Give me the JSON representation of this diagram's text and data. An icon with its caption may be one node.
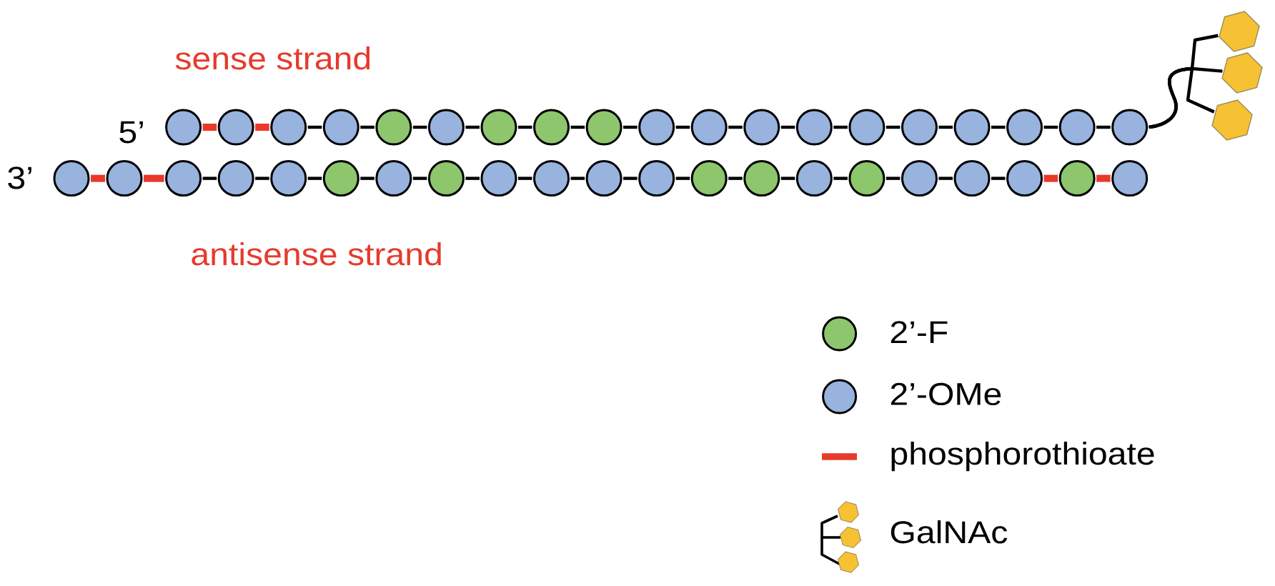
{
  "diagram": {
    "nodes": [
      {
        "text": [],
        "shape": "circle"
      },
      {
        "text": [],
        "shape": "circle"
      },
      {
        "text": [],
        "shape": "circle"
      },
      {
        "text": [],
        "shape": "circle"
      },
      {
        "text": [],
        "shape": "circle"
      },
      {
        "text": [],
        "shape": "circle"
      },
      {
        "text": [],
        "shape": "circle"
      },
      {
        "text": [],
        "shape": "circle"
      },
      {
        "text": [],
        "shape": "circle"
      },
      {
        "text": [],
        "shape": "circle"
      },
      {
        "text": [],
        "shape": "circle"
      },
      {
        "text": [],
        "shape": "circle"
      },
      {
        "text": [],
        "shape": "circle"
      },
      {
        "text": [],
        "shape": "circle"
      },
      {
        "text": [],
        "shape": "circle"
      },
      {
        "text": [],
        "shape": "circle"
      },
      {
        "text": [],
        "shape": "circle"
      },
      {
        "text": [],
        "shape": "circle"
      },
      {
        "text": [],
        "shape": "circle"
      },
      {
        "text": [],
        "shape": "circle"
      },
      {
        "text": [],
        "shape": "circle"
      },
      {
        "text": [],
        "shape": "circle"
      },
      {
        "text": [],
        "shape": "circle"
      },
      {
        "text": [],
        "shape": "circle"
      },
      {
        "text": [],
        "shape": "circle"
      },
      {
        "text": [],
        "shape": "circle"
      },
      {
        "text": [],
        "shape": "circle"
      },
      {
        "text": [],
        "shape": "circle"
      },
      {
        "text": [],
        "shape": "circle"
      },
      {
        "text": [],
        "shape": "circle"
      },
      {
        "text": [],
        "shape": "circle"
      },
      {
        "text": [],
        "shape": "circle"
      },
      {
        "text": [],
        "shape": "circle"
      },
      {
        "text": [],
        "shape": "circle"
      },
      {
        "text": [],
        "shape": "circle"
      },
      {
        "text": [],
        "shape": "circle"
      },
      {
        "text": [],
        "shape": "circle"
      },
      {
        "text": [],
        "shape": "circle"
      },
      {
        "text": [],
        "shape": "circle"
      },
      {
        "text": [],
        "shape": "circle"
      },
      {
        "text": [],
        "shape": "hexagon"
      },
      {
        "text": [],
        "shape": "hexagon"
      },
      {
        "text": [],
        "shape": "hexagon"
      }
    ],
    "edges": [
      {
        "from": 0,
        "to": 1,
        "arrow": "none",
        "style": "thick",
        "color": "#e8392b"
      },
      {
        "from": 1,
        "to": 2,
        "arrow": "none",
        "style": "thick",
        "color": "#e8392b"
      },
      {
        "from": 2,
        "to": 3,
        "arrow": "none"
      },
      {
        "from": 3,
        "to": 4,
        "arrow": "none"
      },
      {
        "from": 4,
        "to": 5,
        "arrow": "none"
      },
      {
        "from": 5,
        "to": 6,
        "arrow": "none"
      },
      {
        "from": 6,
        "to": 7,
        "arrow": "none"
      },
      {
        "from": 7,
        "to": 8,
        "arrow": "none"
      },
      {
        "from": 8,
        "to": 9,
        "arrow": "none"
      },
      {
        "from": 9,
        "to": 10,
        "arrow": "none"
      },
      {
        "from": 10,
        "to": 11,
        "arrow": "none"
      },
      {
        "from": 11,
        "to": 12,
        "arrow": "none"
      },
      {
        "from": 12,
        "to": 13,
        "arrow": "none"
      },
      {
        "from": 13,
        "to": 14,
        "arrow": "none"
      },
      {
        "from": 14,
        "to": 15,
        "arrow": "none"
      },
      {
        "from": 15,
        "to": 16,
        "arrow": "none"
      },
      {
        "from": 16,
        "to": 17,
        "arrow": "none"
      },
      {
        "from": 17,
        "to": 18,
        "arrow": "none"
      },
      {
        "from": 18,
        "to": 40,
        "arrow": "none"
      },
      {
        "from": 18,
        "to": 41,
        "arrow": "none"
      },
      {
        "from": 18,
        "to": 42,
        "arrow": "none"
      },
      {
        "from": 19,
        "to": 20,
        "arrow": "none",
        "style": "thick",
        "color": "#e8392b"
      },
      {
        "from": 20,
        "to": 21,
        "arrow": "none",
        "style": "thick",
        "color": "#e8392b"
      },
      {
        "from": 21,
        "to": 22,
        "arrow": "none"
      },
      {
        "from": 22,
        "to": 23,
        "arrow": "none"
      },
      {
        "from": 23,
        "to": 24,
        "arrow": "none"
      },
      {
        "from": 24,
        "to": 25,
        "arrow": "none"
      },
      {
        "from": 25,
        "to": 26,
        "arrow": "none"
      },
      {
        "from": 26,
        "to": 27,
        "arrow": "none"
      },
      {
        "from": 27,
        "to": 28,
        "arrow": "none"
      },
      {
        "from": 28,
        "to": 29,
        "arrow": "none"
      },
      {
        "from": 29,
        "to": 30,
        "arrow": "none"
      },
      {
        "from": 30,
        "to": 31,
        "arrow": "none"
      },
      {
        "from": 31,
        "to": 32,
        "arrow": "none"
      },
      {
        "from": 32,
        "to": 33,
        "arrow": "none"
      },
      {
        "from": 33,
        "to": 34,
        "arrow": "none"
      },
      {
        "from": 34,
        "to": 35,
        "arrow": "none"
      },
      {
        "from": 35,
        "to": 36,
        "arrow": "none"
      },
      {
        "from": 36,
        "to": 37,
        "arrow": "none"
      },
      {
        "from": 37,
        "to": 38,
        "arrow": "none",
        "style": "thick",
        "color": "#e8392b"
      },
      {
        "from": 38,
        "to": 39,
        "arrow": "none",
        "style": "thick",
        "color": "#e8392b"
      }
    ],
    "labels": [
      "sense strand",
      "5’",
      "3’",
      "antisense strand"
    ],
    "legend": [
      {
        "text": "2’-F",
        "color": "#8dc66c"
      },
      {
        "text": "2’-OMe",
        "color": "#98b3de"
      },
      {
        "text": "phosphorothioate",
        "color": "#e8392b"
      },
      {
        "text": "GalNAc"
      }
    ]
  }
}
